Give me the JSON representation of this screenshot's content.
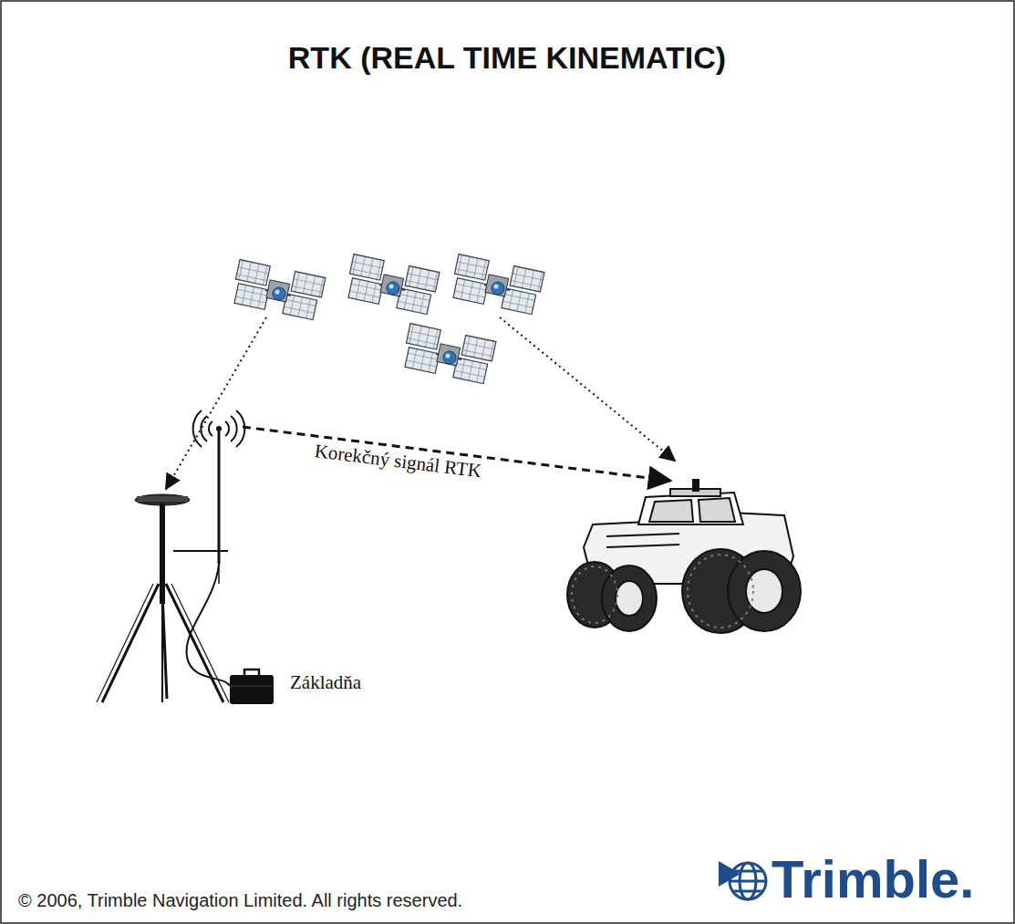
{
  "diagram": {
    "title": "RTK (REAL TIME KINEMATIC)",
    "labels": [
      "Korekčný signál RTK",
      "Základňa",
      "© 2006, Trimble Navigation Limited. All rights reserved.",
      "Trimble."
    ]
  }
}
